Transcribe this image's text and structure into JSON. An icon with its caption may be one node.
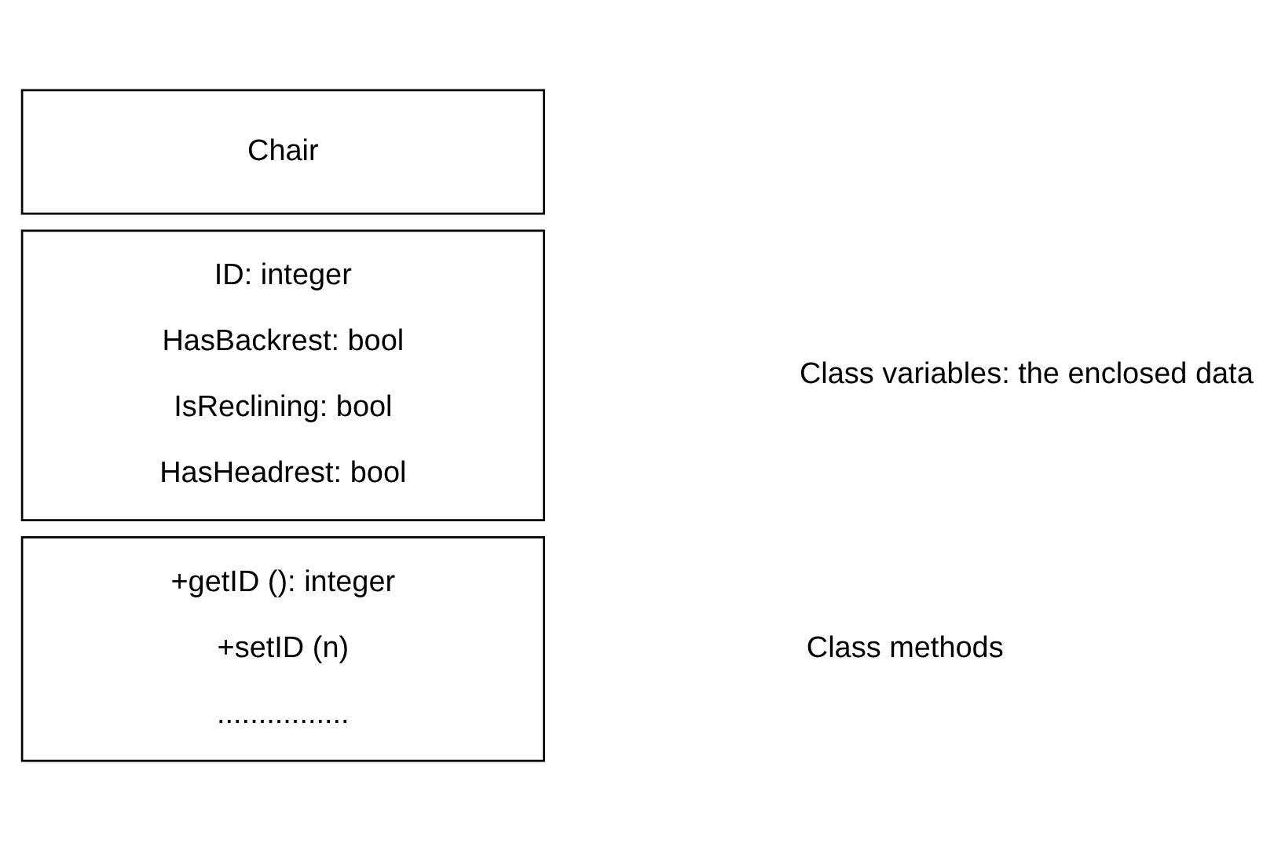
{
  "diagram": {
    "nodes": [
      {
        "text": [
          "Chair"
        ]
      },
      {
        "text": [
          "ID: integer",
          "HasBackrest: bool",
          "IsReclining: bool",
          "HasHeadrest: bool"
        ]
      },
      {
        "text": [
          "+getID (): integer",
          "+setID (n)",
          "................"
        ]
      }
    ],
    "labels": [
      "Class variables: the enclosed data",
      "Class methods"
    ]
  }
}
